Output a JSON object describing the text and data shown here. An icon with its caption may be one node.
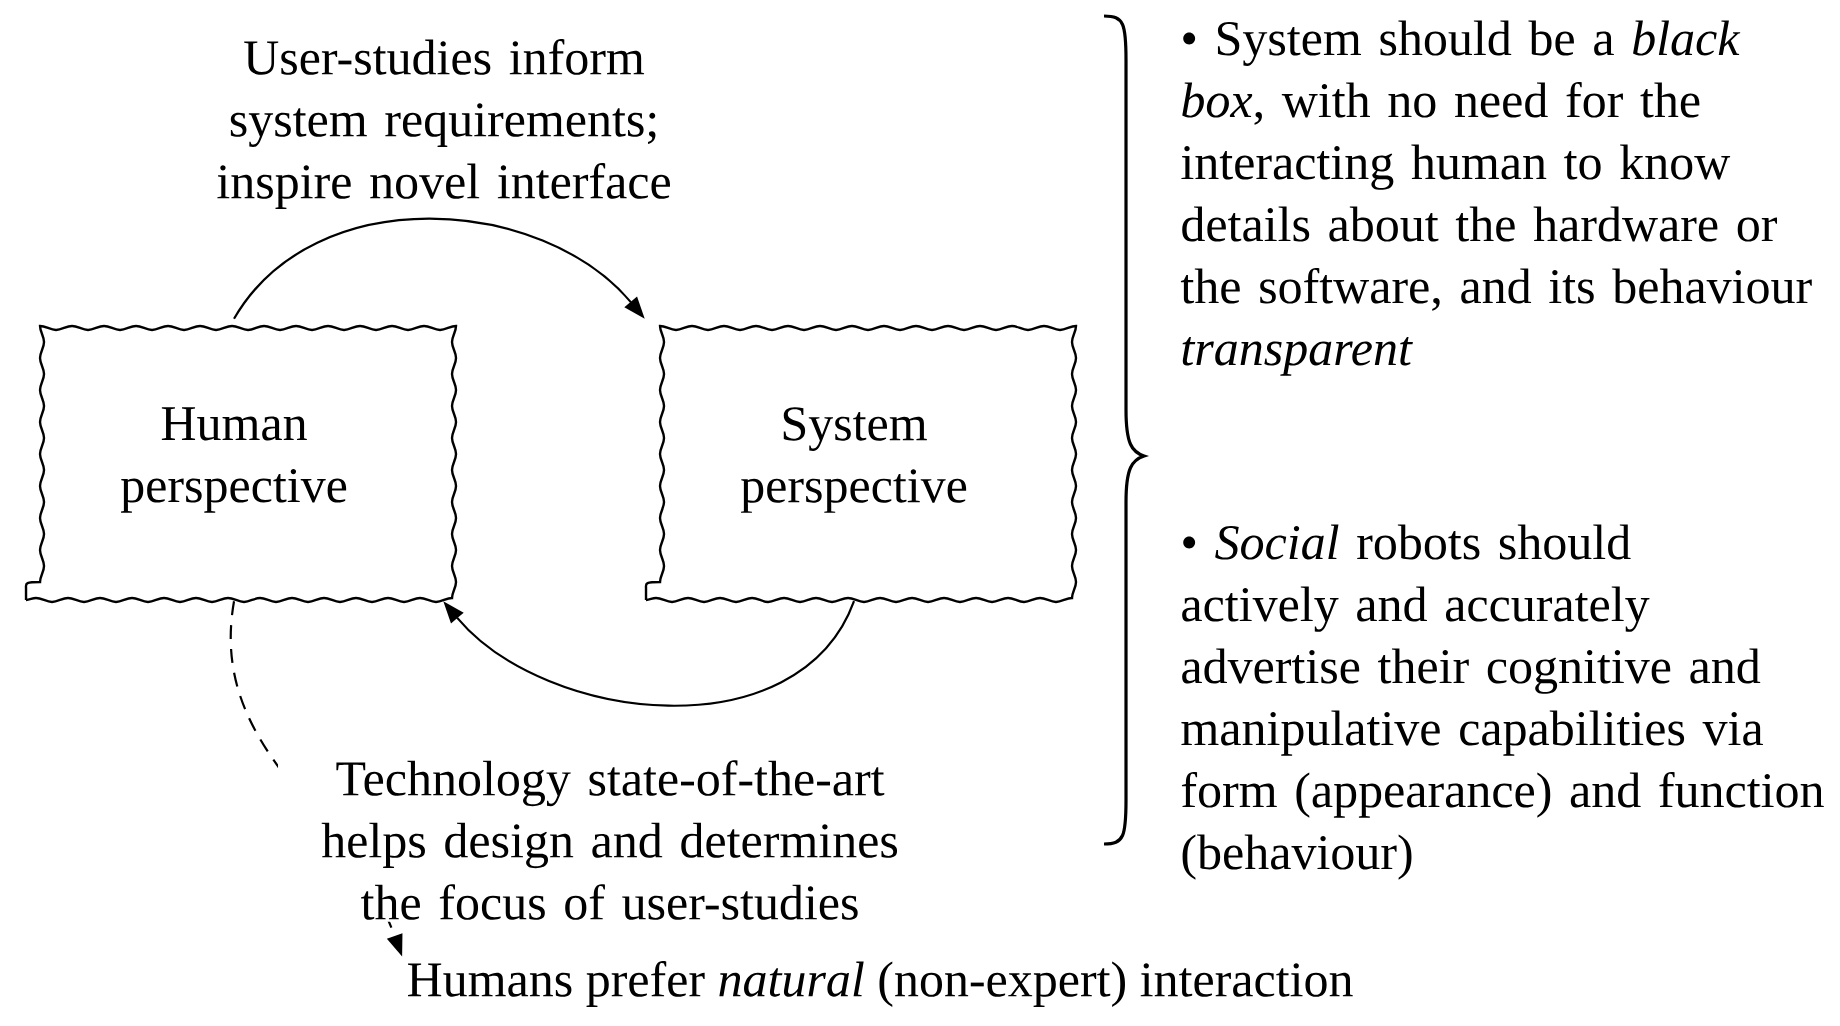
{
  "diagram": {
    "nodes": [
      {
        "text": [
          "Human perspective"
        ]
      },
      {
        "text": [
          "System perspective"
        ]
      },
      {
        "text": [
          "Humans prefer *natural* (non-expert) interaction"
        ]
      }
    ],
    "edges": [
      {
        "from": 0,
        "to": 1,
        "arrow": "to",
        "label": "User-studies inform system requirements; inspire novel interface"
      },
      {
        "from": 1,
        "to": 0,
        "arrow": "to",
        "label": "Technology state-of-the-art helps design and determines the focus of user-studies"
      },
      {
        "from": 0,
        "to": 2,
        "arrow": "to",
        "style": "dashed"
      }
    ],
    "labels": [
      "• System should be a *black box*, with no need for the interacting human to know details about the hardware or the software, and its behaviour *transparent*",
      "• *Social* robots should actively and accurately advertise their cognitive and manipulative capabilities via form (appearance) and function (behaviour)"
    ]
  }
}
